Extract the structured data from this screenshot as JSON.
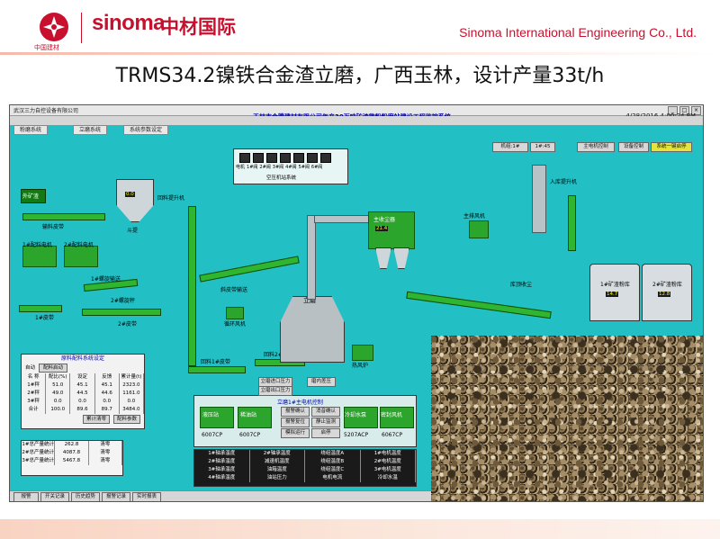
{
  "header": {
    "logo_sub": "中国建材",
    "brand_en": "sinoma",
    "brand_cn": "中材国际",
    "company_en": "Sinoma International Engineering  Co., Ltd."
  },
  "slide_title": "TRMS34.2镍铁合金渣立磨，广西玉林，设计产量33t/h",
  "scada": {
    "window_title": "武汉三力自控设备有限公司",
    "system_title": "玉林市金腾建材有限公司年产30万吨矿渣微粉粉磨站建设工程监控系统",
    "datetime": "4/28/2016 4:00:24 PM",
    "tabs": [
      "粉磨系统",
      "立磨系统",
      "系统参数设定"
    ],
    "top_right_buttons": [
      "主电机控制",
      "设备控制",
      "系统一键启停"
    ],
    "status_box": [
      "机组:1#",
      "1#:45"
    ],
    "bin_labels": [
      "电机",
      "1#阀",
      "2#阀",
      "3#阀",
      "4#阀",
      "5#阀",
      "6#阀"
    ],
    "bin_caption": "空压机站系统",
    "labels": {
      "outer_bin": "外矿渣",
      "feeder": "输料皮带",
      "weigh1": "1#配料电机",
      "weigh2": "2#配料电机",
      "screw1": "1#螺旋输送",
      "screw2": "2#螺旋秤",
      "belt1": "1#皮带",
      "belt2": "2#皮带",
      "bucket": "斗提",
      "bucket_elev": "回料提升机",
      "mill": "立磨",
      "mill_fan": "循环风机",
      "dust": "主收尘器",
      "main_fan": "主排风机",
      "hot_air": "热风炉",
      "lift_right": "入库提升机",
      "dust_tail": "库顶收尘",
      "silo1": "1#矿渣粉库",
      "silo2": "2#矿渣粉库",
      "return_belt1": "回料1#皮带",
      "return_belt2": "回料2#皮带",
      "belt_conveyor": "斜皮带输送"
    },
    "recipe": {
      "title": "原料配料系统设定",
      "mode_label": "自动",
      "mode_button": "配料启动",
      "headers": [
        "名 称",
        "配比(%)",
        "设定",
        "反馈",
        "累计量(t)"
      ],
      "rows": [
        [
          "1#秤",
          "51.0",
          "45.1",
          "45.1",
          "2323.0"
        ],
        [
          "2#秤",
          "49.0",
          "44.5",
          "44.6",
          "1161.0"
        ],
        [
          "3#秤",
          "0.0",
          "0.0",
          "0.0",
          "0.0"
        ],
        [
          "合计",
          "100.0",
          "89.6",
          "89.7",
          "3484.0"
        ]
      ],
      "buttons": [
        "累计清零",
        "配料参数"
      ]
    },
    "totals": {
      "rows": [
        {
          "label": "1#总产量统计",
          "value": "262.8",
          "btn": "清零"
        },
        {
          "label": "2#总产量统计",
          "value": "4087.8",
          "btn": "清零"
        },
        {
          "label": "3#总产量统计",
          "value": "5467.8",
          "btn": "清零"
        }
      ]
    },
    "center_panel": {
      "title": "立磨1#主电机控制",
      "fans": [
        "6007CP",
        "6007CP",
        "5207ACP",
        "6067CP"
      ],
      "fan_labels": [
        "液压站",
        "稀油站",
        "冷却水泵",
        "密封风机"
      ],
      "buttons": [
        "报警确认",
        "消音确认",
        "报警复位",
        "静止监测",
        "模拟运行",
        "启停"
      ],
      "readouts": [
        "立磨进口压力",
        "立磨出口压力",
        "磨内差压"
      ]
    },
    "bottom_grid": {
      "rows": [
        [
          "1#轴承温度",
          "2#轴承温度",
          "绕组温度A",
          "1#电机温度"
        ],
        [
          "2#轴承温度",
          "减速机温度",
          "绕组温度B",
          "2#电机温度"
        ],
        [
          "3#轴承温度",
          "油箱温度",
          "绕组温度C",
          "3#电机温度"
        ],
        [
          "4#轴承温度",
          "油站压力",
          "电机电流",
          "冷却水温"
        ]
      ]
    },
    "status_bar": [
      "报警",
      "开关记录",
      "历史趋势",
      "报警记录",
      "实时报表"
    ]
  }
}
